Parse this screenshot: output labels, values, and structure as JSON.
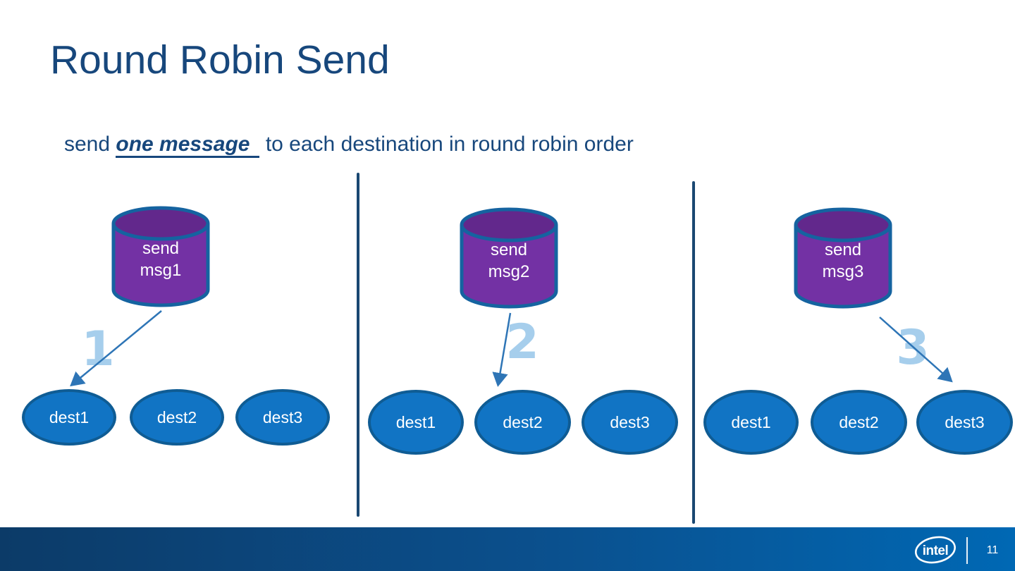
{
  "slide": {
    "title": "Round Robin Send",
    "subtitle_prefix": "send ",
    "subtitle_emphasis": "one message",
    "subtitle_suffix": " to each destination in round robin order"
  },
  "panels": [
    {
      "step_number": "1",
      "cylinder": {
        "line1": "send",
        "line2": "msg1"
      },
      "arrow_target": "dest1",
      "destinations": [
        "dest1",
        "dest2",
        "dest3"
      ]
    },
    {
      "step_number": "2",
      "cylinder": {
        "line1": "send",
        "line2": "msg2"
      },
      "arrow_target": "dest2",
      "destinations": [
        "dest1",
        "dest2",
        "dest3"
      ]
    },
    {
      "step_number": "3",
      "cylinder": {
        "line1": "send",
        "line2": "msg3"
      },
      "arrow_target": "dest3",
      "destinations": [
        "dest1",
        "dest2",
        "dest3"
      ]
    }
  ],
  "footer": {
    "logo_text": "intel",
    "page_number": "11"
  },
  "colors": {
    "heading_navy": "#17477C",
    "divider_navy": "#1A4872",
    "arrow_blue": "#2E75B6",
    "step_number_light_blue": "#A6CEEC",
    "cylinder_purple": "#7331A4",
    "cylinder_top_purple": "#62288C",
    "cylinder_stroke_blue": "#1563A0",
    "ellipse_fill_blue": "#1174C4",
    "ellipse_stroke_blue": "#0F5C94",
    "footer_gradient_left": "#0C3B68",
    "footer_gradient_right": "#0068B4",
    "text_white": "#FFFFFF"
  }
}
